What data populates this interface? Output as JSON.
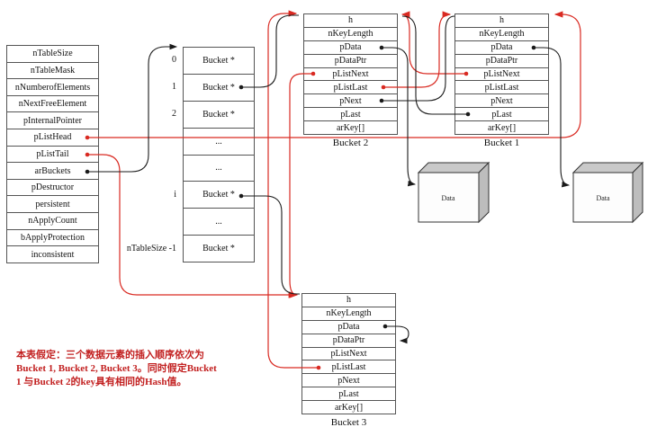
{
  "hashtable": {
    "fields": [
      "nTableSize",
      "nTableMask",
      "nNumberofElements",
      "nNextFreeElement",
      "pInternalPointer",
      "pListHead",
      "pListTail",
      "arBuckets",
      "pDestructor",
      "persistent",
      "nApplyCount",
      "bApplyProtection",
      "inconsistent"
    ]
  },
  "bucket_array": {
    "cells": [
      "Bucket *",
      "Bucket *",
      "Bucket *",
      "...",
      "...",
      "Bucket *",
      "...",
      "Bucket *"
    ],
    "index_labels": {
      "r0": "0",
      "r1": "1",
      "r2": "2",
      "ri": "i",
      "rlast": "nTableSize -1"
    }
  },
  "bucket_fields": [
    "h",
    "nKeyLength",
    "pData",
    "pDataPtr",
    "pListNext",
    "pListLast",
    "pNext",
    "pLast",
    "arKey[]"
  ],
  "buckets": {
    "b2_caption": "Bucket 2",
    "b1_caption": "Bucket 1",
    "b3_caption": "Bucket 3"
  },
  "cubes": {
    "label": "Data"
  },
  "note": {
    "lines": [
      "本表假定：三个数据元素的插入顺序依次为",
      "Bucket 1, Bucket 2, Bucket 3。同时假定Bucket",
      "1 与Bucket 2的key具有相同的Hash值。"
    ]
  },
  "colors": {
    "line_red": "#d92a22",
    "line_black": "#1a1a1a",
    "note_red": "#c22020"
  }
}
